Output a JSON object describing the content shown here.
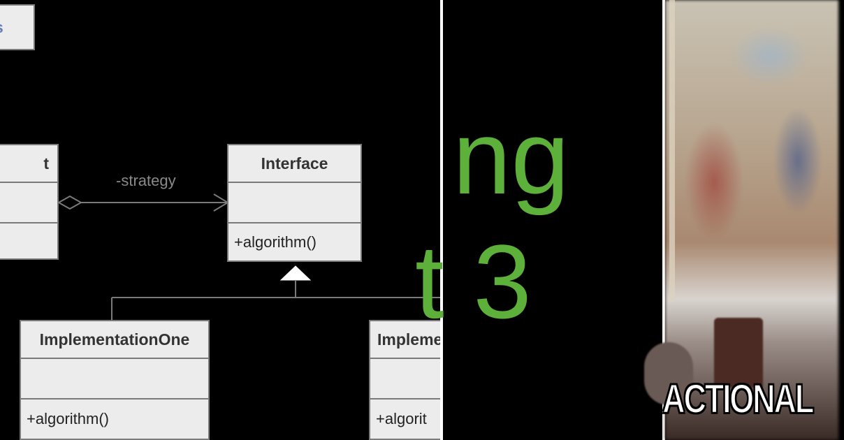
{
  "uml": {
    "client_class": {
      "name": "t",
      "operation": ""
    },
    "top_box": {
      "name": "s"
    },
    "association_label": "-strategy",
    "interface_class": {
      "name": "Interface",
      "operation": "+algorithm()"
    },
    "implementation_one": {
      "name": "ImplementationOne",
      "operation": "+algorithm()"
    },
    "implementation_two": {
      "name": "Impleme",
      "operation": "+algorit"
    }
  },
  "title_fragment": {
    "line1": "ng",
    "line2": "t 3"
  },
  "photo": {
    "caption": "ACTIONAL"
  },
  "colors": {
    "title_green": "#5db039",
    "box_fill": "#ececec",
    "box_border": "#7a7a7a"
  }
}
